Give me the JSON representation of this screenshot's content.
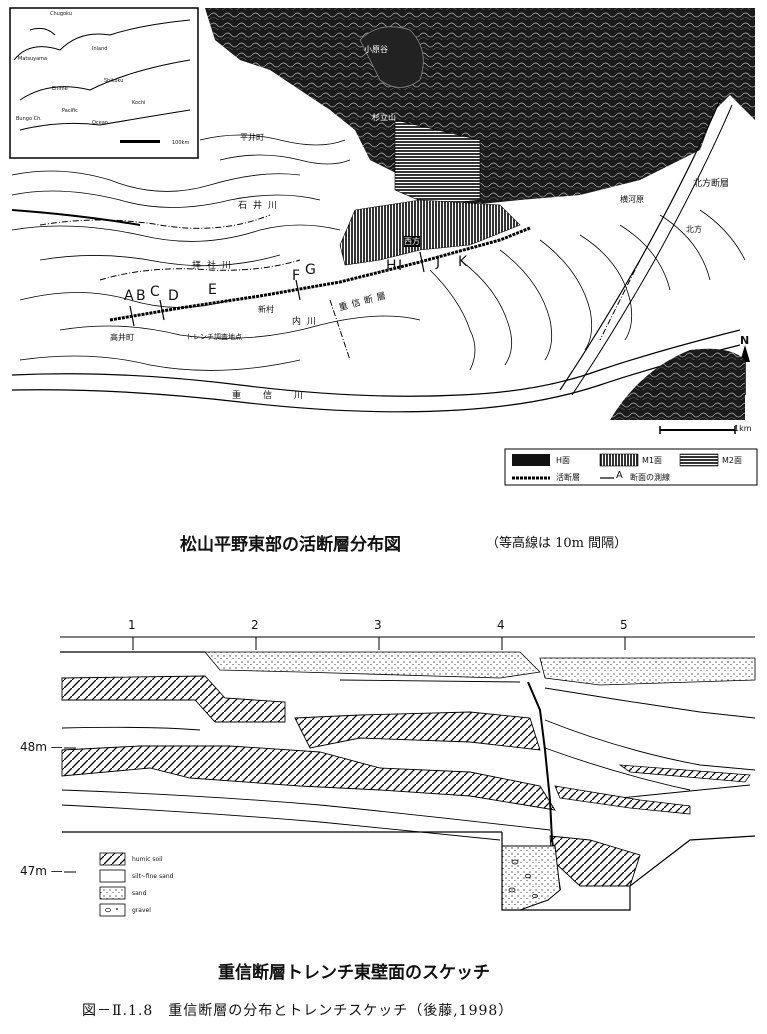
{
  "map": {
    "inset": {
      "labels": [
        "Chugoku",
        "Matsuyama",
        "Inland",
        "Shikoku",
        "Pacific",
        "Ocean",
        "Bungo Ch.",
        "Kochi",
        "Ehime"
      ],
      "scale_label": "100km"
    },
    "place_labels": {
      "hirai": "平井町",
      "ishii_river": "石井川",
      "kosha_river": "拝社川",
      "uchi_river": "内川",
      "shigenobu_fault": "重信断層",
      "takai": "高井町",
      "trench_site": "トレンチ調査地点",
      "shin_mura": "新村",
      "shigenobu_river": "重信川",
      "kitakata_fault": "北方断層",
      "kitakata": "北方",
      "yokogawara": "横河原",
      "kohara": "小原谷",
      "nishimi": "西方",
      "sugitate": "杉立山"
    },
    "section_letters": [
      "A",
      "B",
      "C",
      "D",
      "E",
      "F",
      "G",
      "H",
      "I",
      "J",
      "K"
    ],
    "north_label": "N",
    "scale_label": "1km",
    "legend": {
      "h_surface": "H面",
      "m1_surface": "M1面",
      "m2_surface": "M2面",
      "active_fault": "活断層",
      "section_line_symbol": "A",
      "section_line": "断面の測線"
    },
    "caption": "松山平野東部の活断層分布図",
    "caption_note": "（等高線は 10m 間隔）"
  },
  "sketch": {
    "stations": [
      "1",
      "2",
      "3",
      "4",
      "5"
    ],
    "elev_48": "48m —",
    "elev_47": "47m —",
    "legend": [
      "humic soil",
      "silt~fine sand",
      "sand",
      "gravel"
    ],
    "caption": "重信断層トレンチ東壁面のスケッチ"
  },
  "figure_caption": "図－Ⅱ.1.8　重信断層の分布とトレンチスケッチ（後藤,1998）"
}
